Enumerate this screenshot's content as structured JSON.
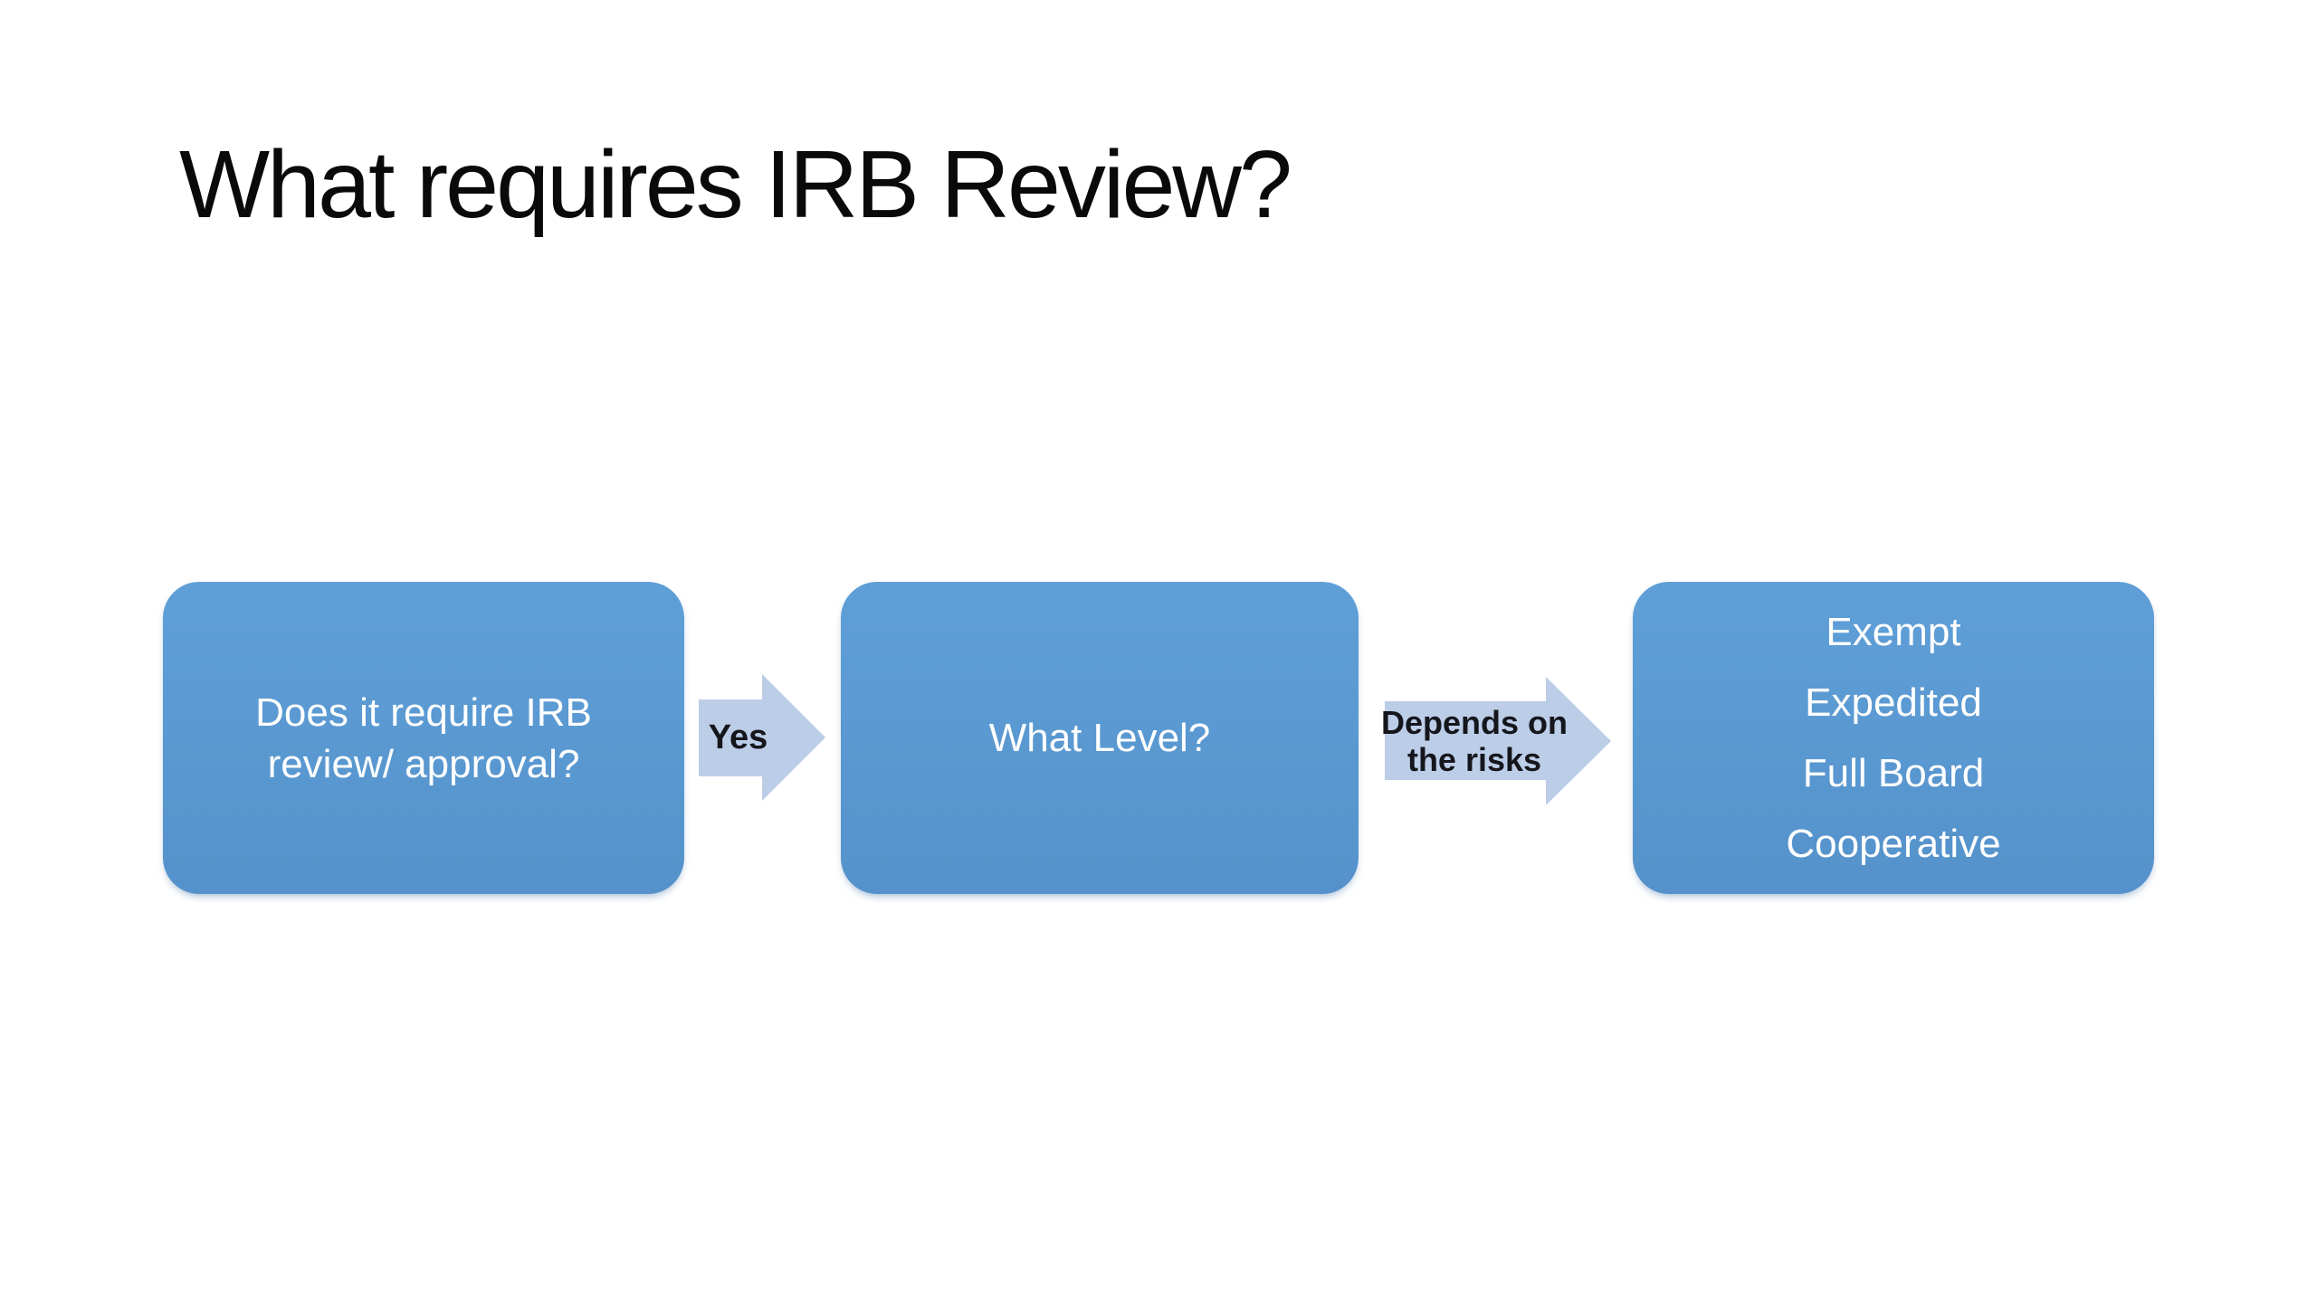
{
  "slide": {
    "title": "What requires IRB Review?"
  },
  "colors": {
    "background": "#ffffff",
    "title_text": "#0a0a0a",
    "box_fill": "#5b9ad3",
    "box_text": "#ffffff",
    "arrow_fill": "#bccde8",
    "arrow_text": "#15161c"
  },
  "flowchart": {
    "boxes": [
      {
        "name": "question",
        "lines": [
          "Does it require IRB",
          "review/ approval?"
        ]
      },
      {
        "name": "level",
        "lines": [
          "What Level?"
        ]
      },
      {
        "name": "outcomes",
        "lines": [
          "Exempt",
          "Expedited",
          "Full Board",
          "Cooperative"
        ]
      }
    ],
    "connectors": [
      {
        "name": "yes",
        "lines": [
          "Yes"
        ]
      },
      {
        "name": "depends-on-risks",
        "lines": [
          "Depends on",
          "the risks"
        ]
      }
    ]
  }
}
